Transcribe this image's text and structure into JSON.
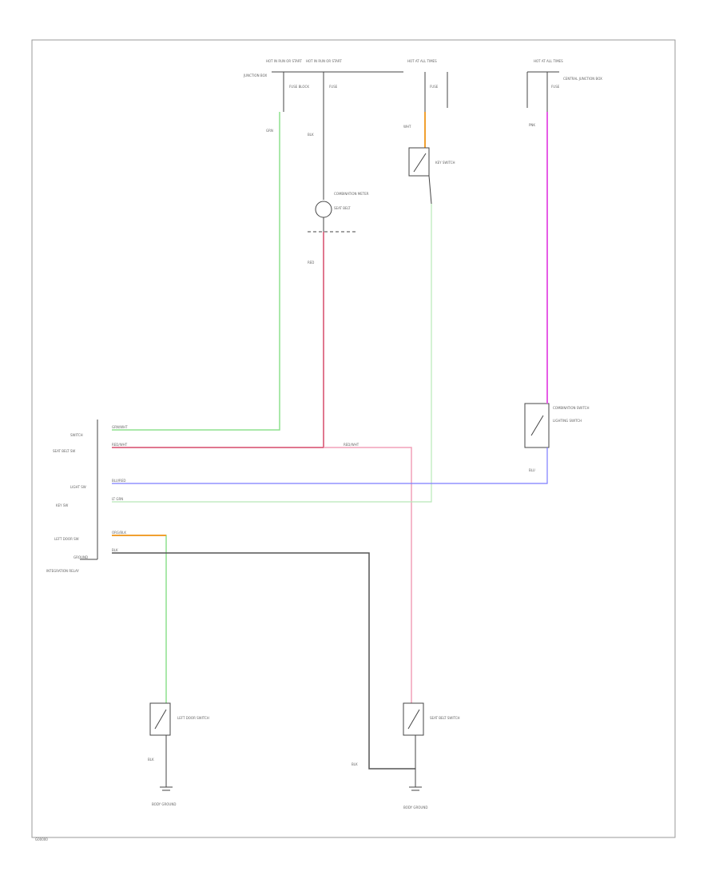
{
  "diagram": {
    "colors": {
      "green": "#8ee08e",
      "red": "#d64a6a",
      "pink": "#f2a0b8",
      "orange": "#f0a030",
      "magenta": "#e65ce6",
      "blue": "#7c7cff",
      "gray": "#555555",
      "black": "#333333"
    },
    "labels": {
      "fuse_block_1": "HOT IN RUN OR START",
      "fuse_block_2": "HOT IN RUN OR START",
      "fuse_block_3": "HOT AT ALL TIMES",
      "fuse_block_4": "HOT AT ALL TIMES",
      "fuse1_note": "FUSE BLOCK",
      "fuse2_note": "FUSE",
      "fuse3_note": "FUSE",
      "fuse4_note": "FUSE",
      "fuse4_desc": "CENTRAL JUNCTION BOX",
      "fuse1_desc": "JUNCTION BOX",
      "wire_1": "GRN",
      "wire_2": "BLK",
      "wire_3": "WHT",
      "wire_4": "PNK",
      "wire_5": "BLU",
      "wire_6": "RED",
      "combination_meter": "COMBINATION METER",
      "buzzer": "SEAT BELT",
      "key_switch": "KEY SWITCH",
      "combination_switch": "COMBINATION SWITCH",
      "combination_switch_sub": "LIGHTING SWITCH",
      "module_pin_1": "SWITCH",
      "module_pin_2": "SEAT BELT SW",
      "module_pin_3": "LIGHT SW",
      "module_pin_4": "KEY SW",
      "module_pin_5": "LEFT DOOR SW",
      "module_pin_6": "GROUND",
      "module_name": "INTEGRATION RELAY",
      "pin1_wire": "GRN/WHT",
      "pin2_wire": "RED/WHT",
      "pin2b_wire": "RED/WHT",
      "pin3_wire": "BLU/RED",
      "pin4_wire": "LT GRN",
      "pin5_wire": "ORG/BLK",
      "pin6_wire": "BLK",
      "door_switch_left": "LEFT DOOR SWITCH",
      "door_switch_right": "SEAT BELT SWITCH",
      "ground_left": "BODY GROUND",
      "ground_right": "BODY GROUND",
      "wire_blk_left": "BLK",
      "wire_blk_right": "BLK",
      "footer": "G00000"
    }
  }
}
